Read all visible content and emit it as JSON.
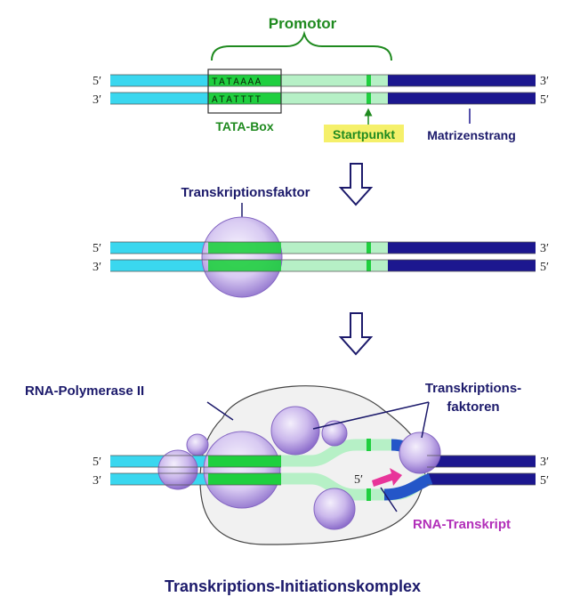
{
  "colors": {
    "cyan": "#3ad7ef",
    "light_green": "#b6f0c6",
    "tata_green": "#1fcf3f",
    "dark_blue": "#1c178f",
    "label_green": "#1f8a1f",
    "label_navy": "#1c1a6b",
    "purple": "#c9b5ea",
    "magenta": "#b22fb9",
    "highlight": "#f5f06a"
  },
  "ends": {
    "five": "5′",
    "three": "3′"
  },
  "panel1": {
    "promotor": "Promotor",
    "tata_top": "TATAAAA",
    "tata_bottom": "ATATTTT",
    "tata_box": "TATA-Box",
    "startpunkt": "Startpunkt",
    "matrizenstrang": "Matrizenstrang"
  },
  "panel2": {
    "transkriptionsfaktor": "Transkriptionsfaktor"
  },
  "panel3": {
    "rna_polymerase": "RNA-Polymerase II",
    "faktoren_line1": "Transkriptions-",
    "faktoren_line2": "faktoren",
    "transkript_5": "5′",
    "rna_transkript": "RNA-Transkript"
  },
  "title": "Transkriptions-Initiationskomplex"
}
